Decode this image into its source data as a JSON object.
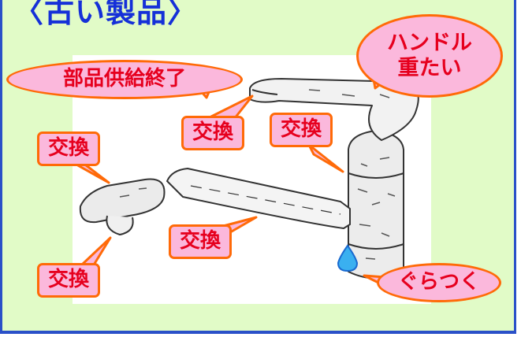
{
  "title": "〈古い製品〉",
  "callouts": {
    "parts_end": "部品供給終了",
    "handle_heavy": "ハンドル\n重たい",
    "wobble": "ぐらつく",
    "replace_lever": "交換",
    "replace_body": "交換",
    "replace_spout_tip": "交換",
    "replace_pipe": "交換",
    "replace_aerator": "交換"
  },
  "colors": {
    "background": "#e1fbc7",
    "border": "#2a50c8",
    "title": "#1530d8",
    "callout_fill": "#fbb8dc",
    "callout_border": "#ff6a08",
    "callout_text": "#e6001e",
    "water_drop": "#3ab0f0"
  },
  "icons": [
    "faucet-illustration",
    "water-drop-icon"
  ]
}
